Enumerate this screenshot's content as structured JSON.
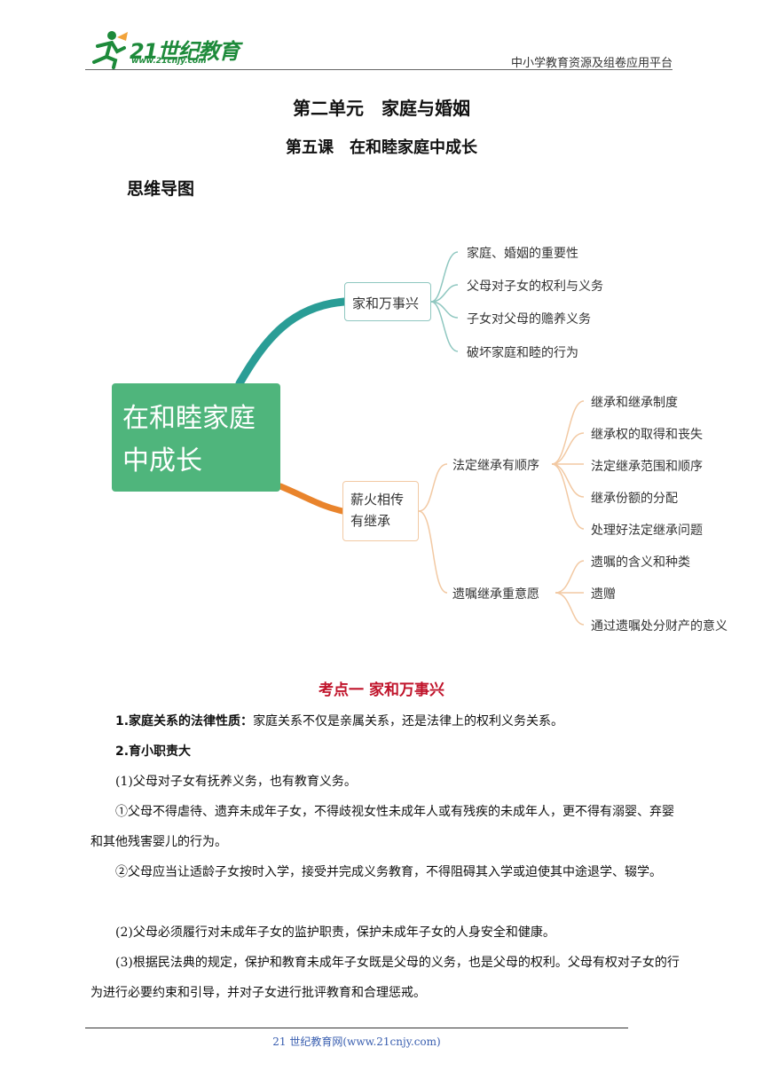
{
  "header": {
    "logo_text": "21世纪教育",
    "logo_url": "www.21cnjy.com",
    "right_text": "中小学教育资源及组卷应用平台"
  },
  "titles": {
    "unit": "第二单元　家庭与婚姻",
    "lesson": "第五课　在和睦家庭中成长",
    "mindmap": "思维导图"
  },
  "mindmap": {
    "central": [
      "在和睦家庭",
      "中成长"
    ],
    "branch1": {
      "label": "家和万事兴",
      "color": "#2a9d96",
      "leaves": [
        "家庭、婚姻的重要性",
        "父母对子女的权利与义务",
        "子女对父母的赡养义务",
        "破坏家庭和睦的行为"
      ]
    },
    "branch2": {
      "label": [
        "薪火相传",
        "有继承"
      ],
      "color": "#e9842c",
      "subs": [
        {
          "label": "法定继承有顺序",
          "leaves": [
            "继承和继承制度",
            "继承权的取得和丧失",
            "法定继承范围和顺序",
            "继承份额的分配",
            "处理好法定继承问题"
          ]
        },
        {
          "label": "遗嘱继承重意愿",
          "leaves": [
            "遗嘱的含义和种类",
            "遗赠",
            "通过遗嘱处分财产的意义"
          ]
        }
      ]
    }
  },
  "section": {
    "title": "考点一  家和万事兴",
    "p1_bold": "1.家庭关系的法律性质：",
    "p1_text": "家庭关系不仅是亲属关系，还是法律上的权利义务关系。",
    "p2_bold": "2.育小职责大",
    "p3": "(1)父母对子女有抚养义务，也有教育义务。",
    "p4": "①父母不得虐待、遗弃未成年子女，不得歧视女性未成年人或有残疾的未成年人，更不得有溺婴、弃婴和其他残害婴儿的行为。",
    "p5": "②父母应当让适龄子女按时入学，接受并完成义务教育，不得阻碍其入学或迫使其中途退学、辍学。",
    "p6": "(2)父母必须履行对未成年子女的监护职责，保护未成年子女的人身安全和健康。",
    "p7": "(3)根据民法典的规定，保护和教育未成年子女既是父母的义务，也是父母的权利。父母有权对子女的行为进行必要约束和引导，并对子女进行批评教育和合理惩戒。"
  },
  "footer": {
    "text": "21 世纪教育网(www.21cnjy.com)"
  }
}
